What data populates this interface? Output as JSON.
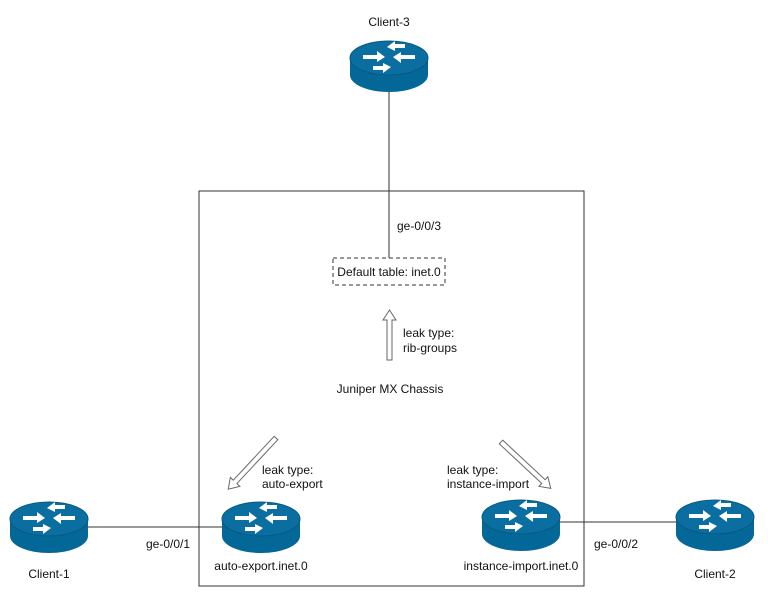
{
  "nodes": {
    "client3": "Client-3",
    "client1": "Client-1",
    "client2": "Client-2",
    "auto_export": "auto-export.inet.0",
    "instance_import": "instance-import.inet.0",
    "default_table": "Default table: inet.0",
    "chassis": "Juniper MX Chassis"
  },
  "interfaces": {
    "ge003": "ge-0/0/3",
    "ge001": "ge-0/0/1",
    "ge002": "ge-0/0/2"
  },
  "leaks": {
    "rib_groups": {
      "line1": "leak type:",
      "line2": "rib-groups"
    },
    "auto_export": {
      "line1": "leak type:",
      "line2": "auto-export"
    },
    "instance_import": {
      "line1": "leak type:",
      "line2": "instance-import"
    }
  },
  "colors": {
    "router_fill": "#036897",
    "router_top": "#0a6fa0",
    "router_arrow": "#ffffff",
    "line": "#333333"
  }
}
